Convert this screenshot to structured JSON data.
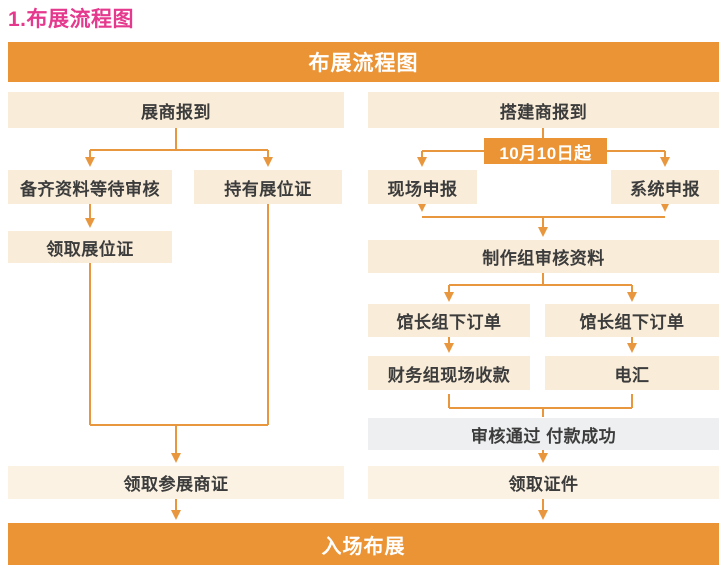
{
  "page_title": "1.布展流程图",
  "header": {
    "title": "布展流程图"
  },
  "footer": {
    "label": "入场布展"
  },
  "colors": {
    "accent_orange": "#eb9435",
    "connector_orange": "#e9973f",
    "title_pink": "#e5398e",
    "node_cream": "#f9ecd8",
    "node_cream_light": "#fbf2e3",
    "node_gray": "#edeff0",
    "node_text": "#3c3c3c"
  },
  "left_flow": {
    "start": "展商报到",
    "prepare_docs": "备齐资料等待审核",
    "has_booth_badge": "持有展位证",
    "get_booth_badge": "领取展位证",
    "get_exhibitor_badge": "领取参展商证"
  },
  "right_flow": {
    "start": "搭建商报到",
    "date_badge": "10月10日起",
    "onsite_declare": "现场申报",
    "system_declare": "系统申报",
    "review_docs": "制作组审核资料",
    "order_left": "馆长组下订单",
    "order_right": "馆长组下订单",
    "onsite_payment": "财务组现场收款",
    "wire_transfer": "电汇",
    "approved": "审核通过 付款成功",
    "get_certificate": "领取证件"
  }
}
